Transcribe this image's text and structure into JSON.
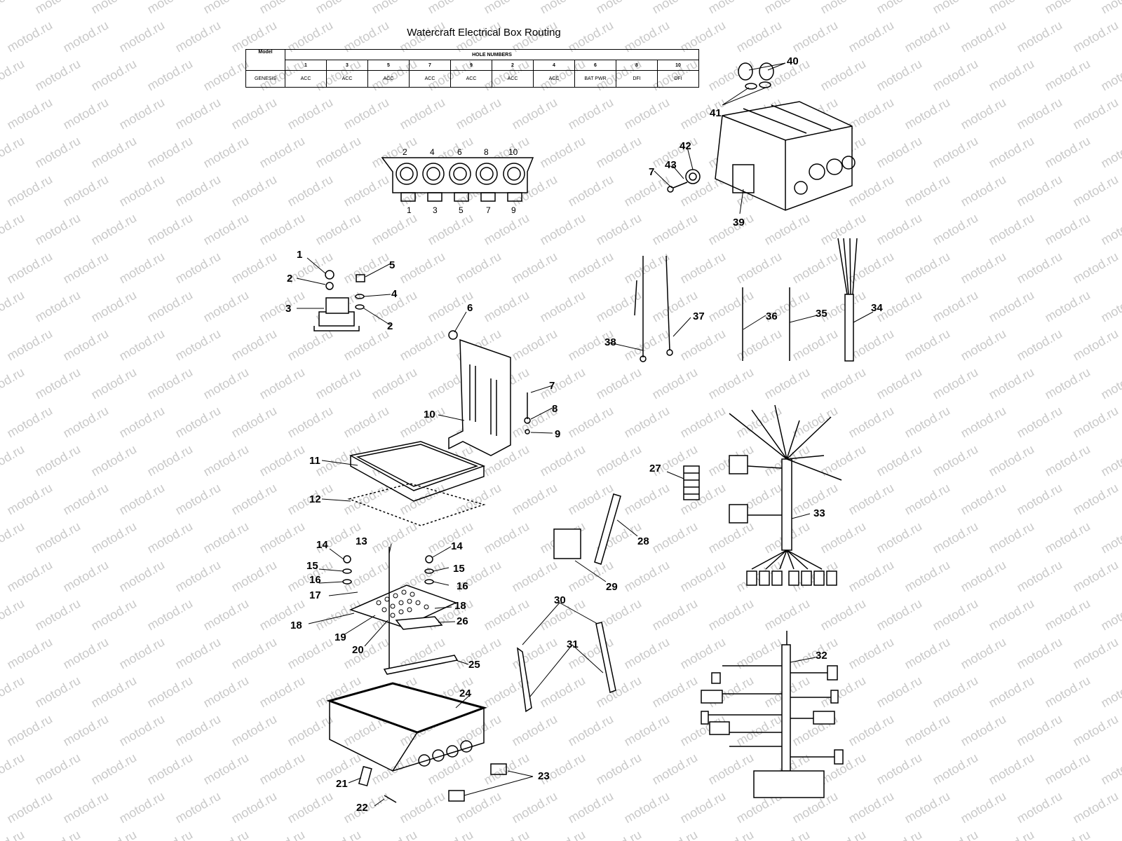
{
  "title": "Watercraft Electrical Box Routing",
  "routing_table": {
    "model_label": "Model",
    "group_header": "HOLE NUMBERS",
    "holes": [
      "1",
      "3",
      "5",
      "7",
      "9",
      "2",
      "4",
      "6",
      "8",
      "10"
    ],
    "rows": [
      {
        "model": "GENESIS",
        "values": [
          "ACC",
          "ACC",
          "ACC",
          "ACC",
          "ACC",
          "ACC",
          "ACC",
          "BAT PWR",
          "DFI",
          "DFI"
        ]
      }
    ]
  },
  "hole_labels": {
    "top": [
      "2",
      "4",
      "6",
      "8",
      "10"
    ],
    "bottom": [
      "1",
      "3",
      "5",
      "7",
      "9"
    ]
  },
  "callouts": [
    "1",
    "2",
    "2",
    "3",
    "4",
    "5",
    "6",
    "7",
    "7",
    "8",
    "9",
    "10",
    "11",
    "12",
    "13",
    "14",
    "14",
    "15",
    "15",
    "16",
    "16",
    "17",
    "18",
    "18",
    "19",
    "20",
    "21",
    "22",
    "23",
    "24",
    "25",
    "26",
    "27",
    "28",
    "29",
    "30",
    "31",
    "32",
    "33",
    "34",
    "35",
    "36",
    "37",
    "38",
    "39",
    "40",
    "41",
    "42",
    "43"
  ],
  "watermark": "motod.ru"
}
